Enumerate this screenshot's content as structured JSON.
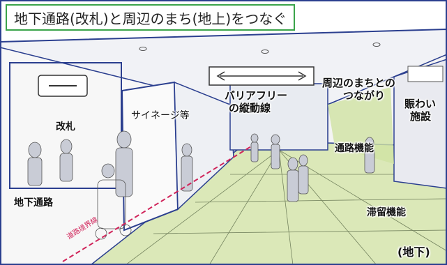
{
  "title": "地下通路(改札)と周辺のまち(地上)をつなぐ",
  "labels": {
    "ticket_gate": "改札",
    "underground_passage": "地下通路",
    "signage": "サイネージ等",
    "barrier_free_line1": "バリアフリー",
    "barrier_free_line2": "の縦動線",
    "town_connection_line1": "周辺のまちとの",
    "town_connection_line2": "つながり",
    "bustle_line1": "賑わい",
    "bustle_line2": "施設",
    "passage_function": "通路機能",
    "stay_function": "滞留機能",
    "boundary_line": "道路境界線",
    "underground_tag": "(地下)"
  },
  "colors": {
    "title_border": "#3aa44a",
    "floor_green": "#dbe8b8",
    "boundary_red": "#d0245a",
    "sketch_blue": "#2b3f8f"
  }
}
